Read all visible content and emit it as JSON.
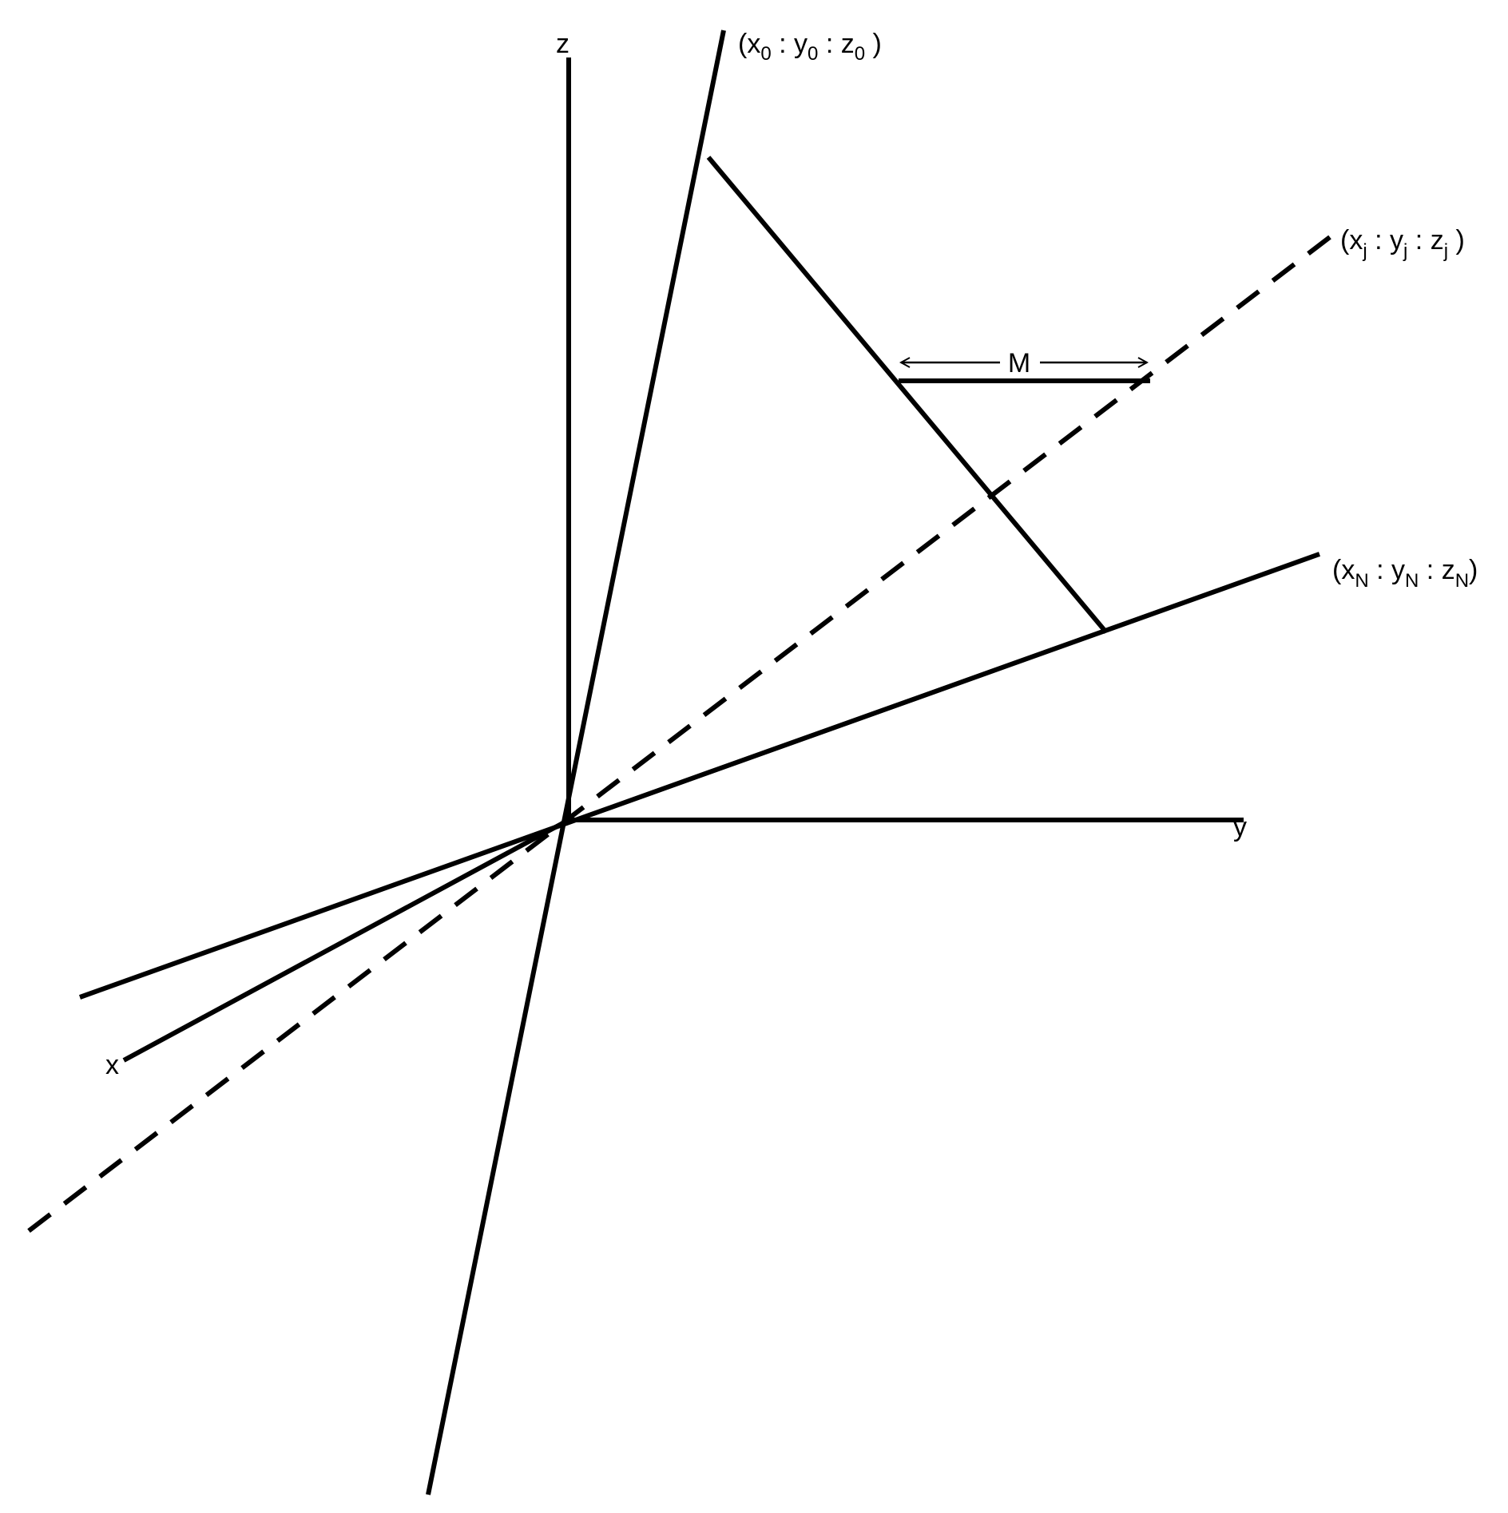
{
  "axes": {
    "x": "x",
    "y": "y",
    "z": "z"
  },
  "rays": {
    "first": {
      "open": "(",
      "x": "x",
      "x_sub": "0",
      "sep1": " : ",
      "y": "y",
      "y_sub": "0",
      "sep2": " : ",
      "z": "z",
      "z_sub": "0",
      "close": " )"
    },
    "middle": {
      "open": "(",
      "x": "x",
      "x_sub": "j",
      "sep1": " : ",
      "y": "y",
      "y_sub": "j",
      "sep2": " : ",
      "z": "z",
      "z_sub": "j",
      "close": " )"
    },
    "last": {
      "open": "(",
      "x": "x",
      "x_sub": "N",
      "sep1": " : ",
      "y": "y",
      "y_sub": "N",
      "sep2": " : ",
      "z": "z",
      "z_sub": "N",
      "close": ")"
    }
  },
  "dimension": {
    "label": "M"
  },
  "colors": {
    "ink": "#000000",
    "background": "#ffffff"
  }
}
